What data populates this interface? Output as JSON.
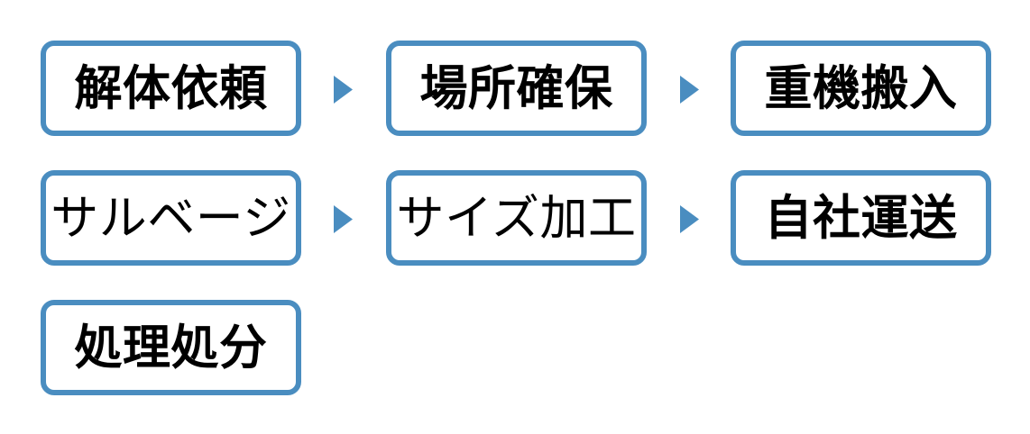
{
  "diagram": {
    "title": "",
    "background_color": "#ffffff",
    "accent_color": "#4a8dc0",
    "text_color": "#000000",
    "box_fill_color": "#ffffff",
    "rows": [
      {
        "row_index": 0,
        "font_weight": "bold",
        "steps": [
          {
            "label": "解体依頼"
          },
          {
            "label": "場所確保"
          },
          {
            "label": "重機搬入"
          }
        ],
        "connectors": [
          {
            "icon": "arrow-right-triangle-icon"
          },
          {
            "icon": "arrow-right-triangle-icon"
          }
        ]
      },
      {
        "row_index": 1,
        "font_weight": "regular",
        "steps": [
          {
            "label": "サルベージ"
          },
          {
            "label": "サイズ加工"
          },
          {
            "label": "自社運送"
          }
        ],
        "connectors": [
          {
            "icon": "arrow-right-triangle-icon"
          },
          {
            "icon": "arrow-right-triangle-icon"
          }
        ]
      },
      {
        "row_index": 2,
        "font_weight": "bold",
        "steps": [
          {
            "label": "処理処分"
          }
        ],
        "connectors": []
      }
    ]
  }
}
